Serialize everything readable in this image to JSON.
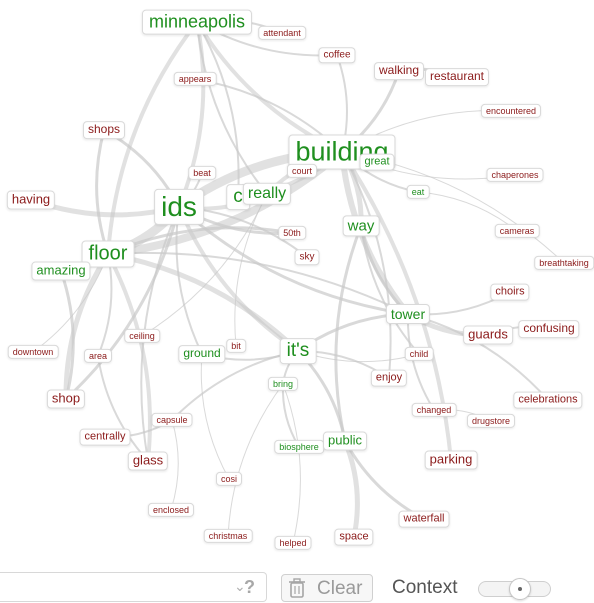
{
  "colors": {
    "positive": "#1f8f1f",
    "negative": "#8b1a1a",
    "edge": "#c9c9c9"
  },
  "nodes": [
    {
      "id": "minneapolis",
      "label": "minneapolis",
      "tone": "pos"
    },
    {
      "id": "attendant",
      "label": "attendant",
      "tone": "neg"
    },
    {
      "id": "coffee",
      "label": "coffee",
      "tone": "neg"
    },
    {
      "id": "walking",
      "label": "walking",
      "tone": "neg"
    },
    {
      "id": "restaurant",
      "label": "restaurant",
      "tone": "neg"
    },
    {
      "id": "appears",
      "label": "appears",
      "tone": "neg"
    },
    {
      "id": "encountered",
      "label": "encountered",
      "tone": "neg"
    },
    {
      "id": "shops",
      "label": "shops",
      "tone": "neg"
    },
    {
      "id": "building",
      "label": "building",
      "tone": "pos"
    },
    {
      "id": "great",
      "label": "great",
      "tone": "pos"
    },
    {
      "id": "court",
      "label": "court",
      "tone": "neg"
    },
    {
      "id": "beat",
      "label": "beat",
      "tone": "neg"
    },
    {
      "id": "chaperones",
      "label": "chaperones",
      "tone": "neg"
    },
    {
      "id": "having",
      "label": "having",
      "tone": "neg"
    },
    {
      "id": "ids",
      "label": "ids",
      "tone": "pos"
    },
    {
      "id": "c",
      "label": "c",
      "tone": "pos"
    },
    {
      "id": "really",
      "label": "really",
      "tone": "pos"
    },
    {
      "id": "eat",
      "label": "eat",
      "tone": "pos"
    },
    {
      "id": "way",
      "label": "way",
      "tone": "pos"
    },
    {
      "id": "cameras",
      "label": "cameras",
      "tone": "neg"
    },
    {
      "id": "50th",
      "label": "50th",
      "tone": "neg"
    },
    {
      "id": "floor",
      "label": "floor",
      "tone": "pos"
    },
    {
      "id": "sky",
      "label": "sky",
      "tone": "neg"
    },
    {
      "id": "breathtaking",
      "label": "breathtaking",
      "tone": "neg"
    },
    {
      "id": "amazing",
      "label": "amazing",
      "tone": "pos"
    },
    {
      "id": "choirs",
      "label": "choirs",
      "tone": "neg"
    },
    {
      "id": "tower",
      "label": "tower",
      "tone": "pos"
    },
    {
      "id": "confusing",
      "label": "confusing",
      "tone": "neg"
    },
    {
      "id": "guards",
      "label": "guards",
      "tone": "neg"
    },
    {
      "id": "ceiling",
      "label": "ceiling",
      "tone": "neg"
    },
    {
      "id": "bit",
      "label": "bit",
      "tone": "neg"
    },
    {
      "id": "downtown",
      "label": "downtown",
      "tone": "neg"
    },
    {
      "id": "area",
      "label": "area",
      "tone": "neg"
    },
    {
      "id": "ground",
      "label": "ground",
      "tone": "pos"
    },
    {
      "id": "its",
      "label": "it's",
      "tone": "pos"
    },
    {
      "id": "child",
      "label": "child",
      "tone": "neg"
    },
    {
      "id": "enjoy",
      "label": "enjoy",
      "tone": "neg"
    },
    {
      "id": "bring",
      "label": "bring",
      "tone": "pos"
    },
    {
      "id": "shop",
      "label": "shop",
      "tone": "neg"
    },
    {
      "id": "celebrations",
      "label": "celebrations",
      "tone": "neg"
    },
    {
      "id": "changed",
      "label": "changed",
      "tone": "neg"
    },
    {
      "id": "capsule",
      "label": "capsule",
      "tone": "neg"
    },
    {
      "id": "drugstore",
      "label": "drugstore",
      "tone": "neg"
    },
    {
      "id": "centrally",
      "label": "centrally",
      "tone": "neg"
    },
    {
      "id": "biosphere",
      "label": "biosphere",
      "tone": "pos"
    },
    {
      "id": "public",
      "label": "public",
      "tone": "pos"
    },
    {
      "id": "glass",
      "label": "glass",
      "tone": "neg"
    },
    {
      "id": "parking",
      "label": "parking",
      "tone": "neg"
    },
    {
      "id": "cosi",
      "label": "cosi",
      "tone": "neg"
    },
    {
      "id": "enclosed",
      "label": "enclosed",
      "tone": "neg"
    },
    {
      "id": "waterfall",
      "label": "waterfall",
      "tone": "neg"
    },
    {
      "id": "christmas",
      "label": "christmas",
      "tone": "neg"
    },
    {
      "id": "helped",
      "label": "helped",
      "tone": "neg"
    },
    {
      "id": "space",
      "label": "space",
      "tone": "neg"
    }
  ],
  "toolbar": {
    "chevron_icon": "chevron-down-icon",
    "help_label": "?",
    "clear_label": "Clear",
    "trash_icon": "trash-icon",
    "context_label": "Context"
  }
}
